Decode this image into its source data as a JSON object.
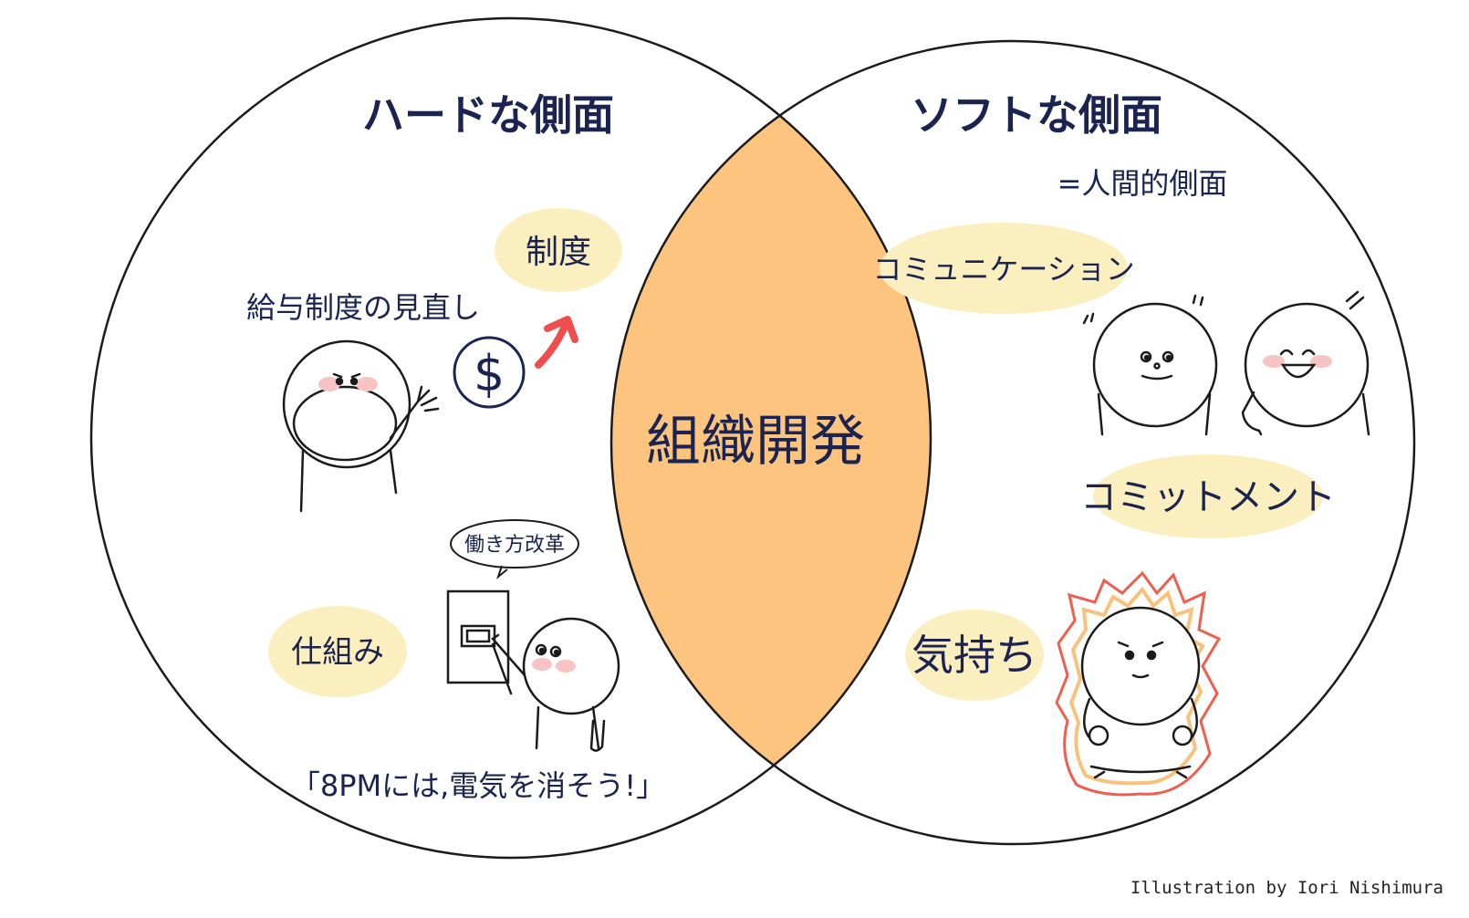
{
  "colors": {
    "ink": "#1b2450",
    "overlap": "#fcc47e",
    "blob": "#fcefbf",
    "blush": "#f7c3c3",
    "arrow": "#ef4e4e",
    "fire_outer": "#ee5f4f",
    "fire_inner": "#f9c27b"
  },
  "left": {
    "title": "ハードな側面",
    "tag_seido": "制度",
    "salary_review": "給与制度の見直し",
    "dollar": "$",
    "speech": "働き方改革",
    "tag_shikumi": "仕組み",
    "quote": "「8PMには,電気を消そう!」"
  },
  "right": {
    "title": "ソフトな側面",
    "subtitle": "=人間的側面",
    "tag_communication": "コミュニケーション",
    "tag_commitment": "コミットメント",
    "tag_feeling": "気持ち"
  },
  "center": {
    "label": "組織開発"
  },
  "credit": "Illustration by Iori Nishimura",
  "icons": [
    "dollar-coin-icon",
    "up-arrow-icon",
    "light-switch-icon",
    "flame-icon"
  ]
}
